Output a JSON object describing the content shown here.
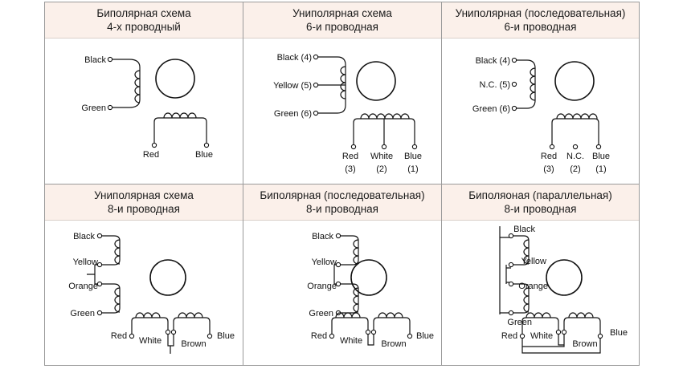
{
  "colors": {
    "header_bg": "#fbf0ea",
    "border": "#9a9a9a",
    "line": "#111111"
  },
  "panels": [
    {
      "title_line1": "Биполярная схема",
      "title_line2": "4-х проводный",
      "labels": {
        "black": "Black",
        "green": "Green",
        "red": "Red",
        "blue": "Blue"
      }
    },
    {
      "title_line1": "Униполярная схема",
      "title_line2": "6-и проводная",
      "labels": {
        "black": "Black (4)",
        "yellow": "Yellow (5)",
        "green": "Green (6)",
        "red": "Red",
        "white": "White",
        "blue": "Blue",
        "n3": "(3)",
        "n2": "(2)",
        "n1": "(1)"
      }
    },
    {
      "title_line1": "Униполярная (последовательная)",
      "title_line2": "6-и проводная",
      "labels": {
        "black": "Black (4)",
        "nc": "N.C. (5)",
        "green": "Green (6)",
        "red": "Red",
        "nc2": "N.C.",
        "blue": "Blue",
        "n3": "(3)",
        "n2": "(2)",
        "n1": "(1)"
      }
    },
    {
      "title_line1": "Униполярная схема",
      "title_line2": "8-и проводная",
      "labels": {
        "black": "Black",
        "yellow": "Yellow",
        "orange": "Orange",
        "green": "Green",
        "red": "Red",
        "white": "White",
        "brown": "Brown",
        "blue": "Blue"
      }
    },
    {
      "title_line1": "Биполярная (последовательная)",
      "title_line2": "8-и проводная",
      "labels": {
        "black": "Black",
        "yellow": "Yellow",
        "orange": "Orange",
        "green": "Green",
        "red": "Red",
        "white": "White",
        "brown": "Brown",
        "blue": "Blue"
      }
    },
    {
      "title_line1": "Биполяоная (параллельная)",
      "title_line2": "8-и проводная",
      "labels": {
        "black": "Black",
        "yellow": "Yellow",
        "orange": "Orange",
        "green": "Green",
        "red": "Red",
        "white": "White",
        "brown": "Brown",
        "blue": "Blue"
      }
    }
  ]
}
